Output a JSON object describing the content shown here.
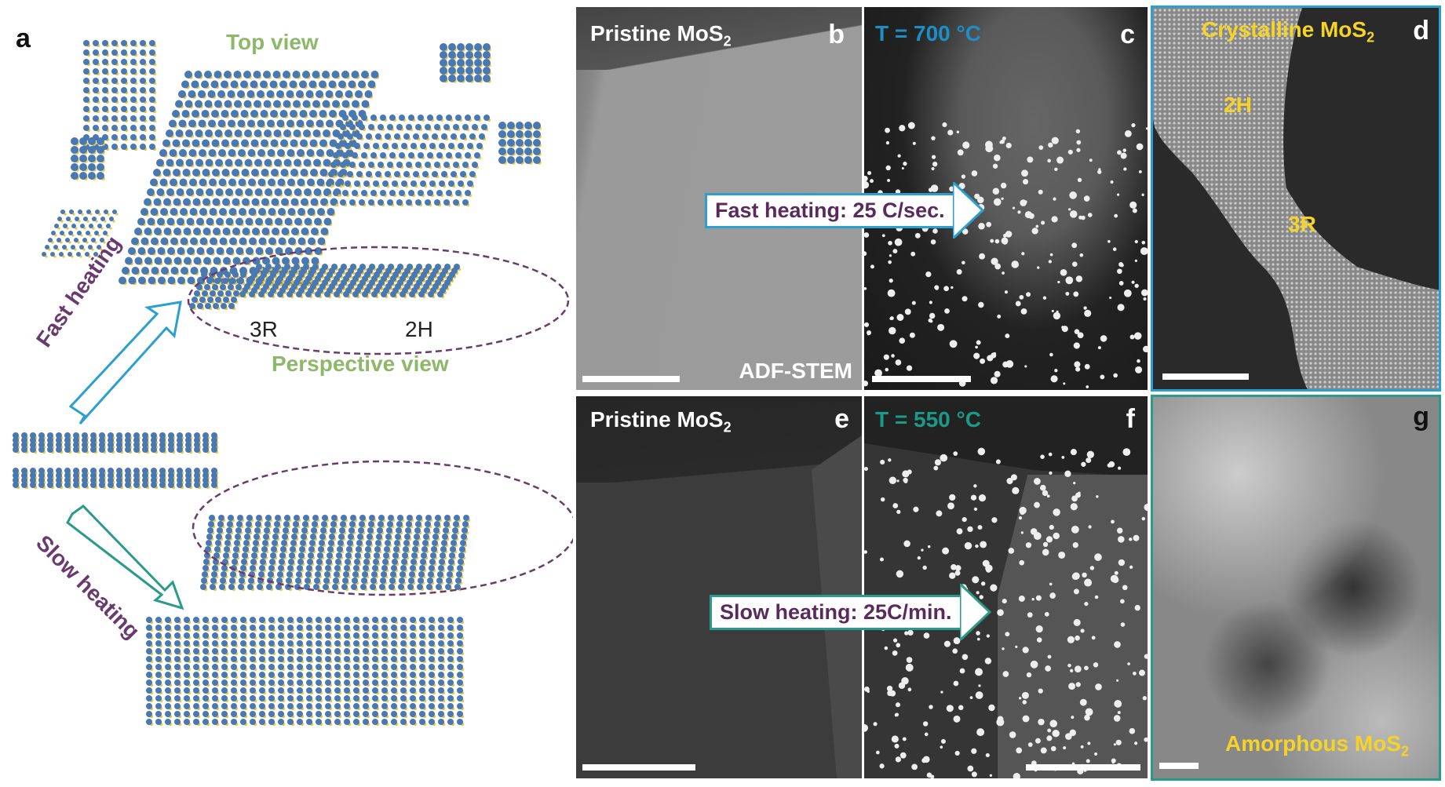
{
  "panels": {
    "a": {
      "letter": "a",
      "top_view": "Top view",
      "perspective_view": "Perspective view",
      "label_3r": "3R",
      "label_2h": "2H",
      "fast_heating": "Fast heating",
      "slow_heating": "Slow heating"
    },
    "b": {
      "letter": "b",
      "title": "Pristine MoS",
      "sub": "2",
      "mode": "ADF-STEM"
    },
    "c": {
      "letter": "c",
      "title": "T = 700 °C"
    },
    "d": {
      "letter": "d",
      "title": "Crystalline MoS",
      "sub": "2",
      "label_2h": "2H",
      "label_3r": "3R"
    },
    "e": {
      "letter": "e",
      "title": "Pristine MoS",
      "sub": "2"
    },
    "f": {
      "letter": "f",
      "title": "T = 550 °C"
    },
    "g": {
      "letter": "g",
      "title": "Amorphous MoS",
      "sub": "2"
    }
  },
  "arrows": {
    "fast": "Fast heating: 25 C/sec.",
    "slow": "Slow heating: 25C/min."
  },
  "colors": {
    "mo_atom": "#4a78b0",
    "s_atom": "#e8c840",
    "green_text": "#8db86a",
    "purple_text": "#6a3a6e",
    "blue_arrow": "#2a9fd0",
    "teal_arrow": "#2a9a8a",
    "yellow_label": "#f5d327",
    "c_title": "#1a8fc8",
    "f_title": "#1a9a88"
  }
}
